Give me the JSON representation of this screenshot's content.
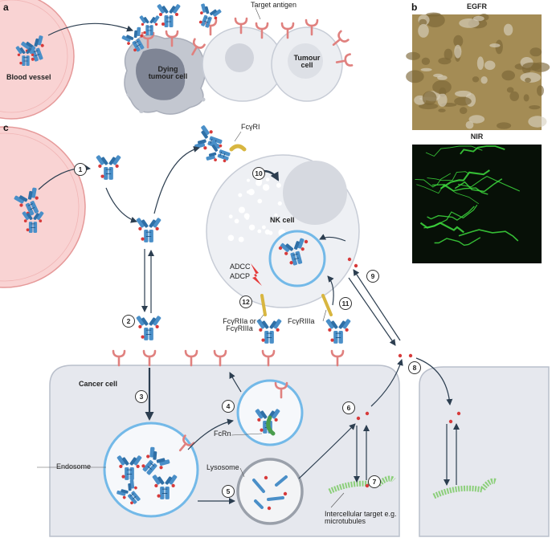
{
  "panels": {
    "a": "a",
    "b": "b",
    "c": "c"
  },
  "labels": {
    "blood_vessel": "Blood vessel",
    "target_antigen": "Target antigen",
    "dying_tumour_cell": "Dying tumour cell",
    "tumour_cell": "Tumour cell",
    "egfr": "EGFR",
    "nir": "NIR",
    "fcgri": "FcγRI",
    "nk_cell": "NK cell",
    "adcc": "ADCC",
    "adcp": "ADCP",
    "fcgriia_or_iiia": "FcγRIIa or FcγRIIIa",
    "fcgriiia": "FcγRIIIa",
    "cancer_cell": "Cancer cell",
    "fcrn": "FcRn",
    "endosome": "Endosome",
    "lysosome": "Lysosome",
    "intercellular_target": "Intercellular target e.g. microtubules"
  },
  "steps": [
    "1",
    "2",
    "3",
    "4",
    "5",
    "6",
    "7",
    "8",
    "9",
    "10",
    "11",
    "12"
  ],
  "colors": {
    "vessel_fill": "#f9d3d3",
    "vessel_stroke": "#e69a9a",
    "cell_fill": "#e6e8ee",
    "cell_stroke": "#b9bfcb",
    "antibody": "#4a8fc8",
    "antibody_dark": "#1d4f7f",
    "payload": "#d73b3b",
    "receptor": "#e0817f",
    "vesicle": "#73b9e8",
    "fcr_yellow": "#d8b640",
    "fcrn_green": "#4a9d4d",
    "microtubule": "#8ccf7a",
    "arrow": "#2c3e50",
    "lightning": "#e53a3a",
    "egfr_stain": "#a48c55",
    "nir_bg": "#071007",
    "nir_signal": "#3ddc3d"
  }
}
